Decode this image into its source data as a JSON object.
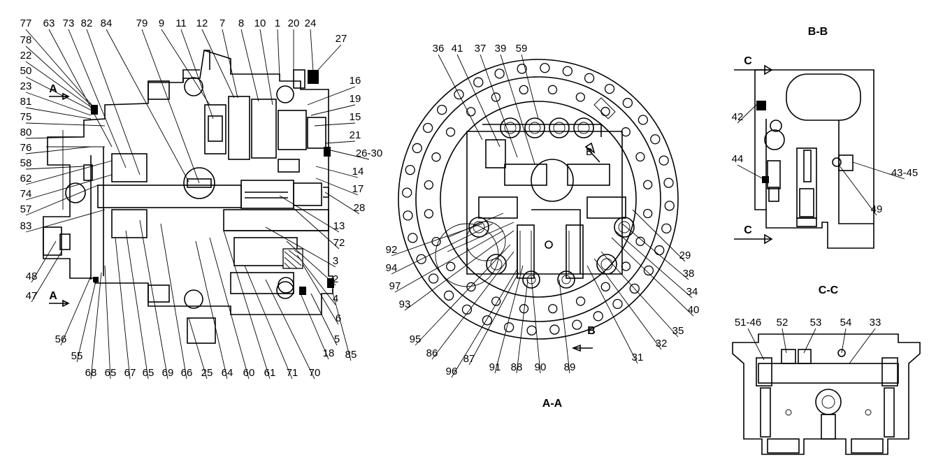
{
  "left_view": {
    "labels": [
      "77",
      "63",
      "73",
      "82",
      "84",
      "79",
      "9",
      "11",
      "12",
      "7",
      "8",
      "10",
      "1",
      "20",
      "24",
      "27",
      "78",
      "22",
      "50",
      "23",
      "81",
      "75",
      "80",
      "76",
      "58",
      "62",
      "74",
      "57",
      "83",
      "48",
      "47",
      "16",
      "19",
      "15",
      "21",
      "26-30",
      "14",
      "17",
      "28",
      "13",
      "72",
      "3",
      "2",
      "4",
      "6",
      "5",
      "85",
      "18",
      "56",
      "55",
      "68",
      "65",
      "67",
      "65",
      "69",
      "66",
      "25",
      "64",
      "60",
      "61",
      "71",
      "70"
    ],
    "section_marks": [
      "A",
      "A"
    ]
  },
  "center_view": {
    "title": "A-A",
    "labels": [
      "36",
      "41",
      "37",
      "39",
      "59",
      "29",
      "38",
      "34",
      "40",
      "35",
      "32",
      "31",
      "89",
      "90",
      "88",
      "91",
      "87",
      "96",
      "86",
      "95",
      "93",
      "97",
      "94",
      "92"
    ],
    "section_marks": [
      "B",
      "B"
    ]
  },
  "bb_view": {
    "title": "B-B",
    "labels": [
      "42",
      "44",
      "43-45",
      "49"
    ],
    "section_marks": [
      "C",
      "C"
    ]
  },
  "cc_view": {
    "title": "C-C",
    "labels": [
      "51-46",
      "52",
      "53",
      "54",
      "33"
    ]
  }
}
